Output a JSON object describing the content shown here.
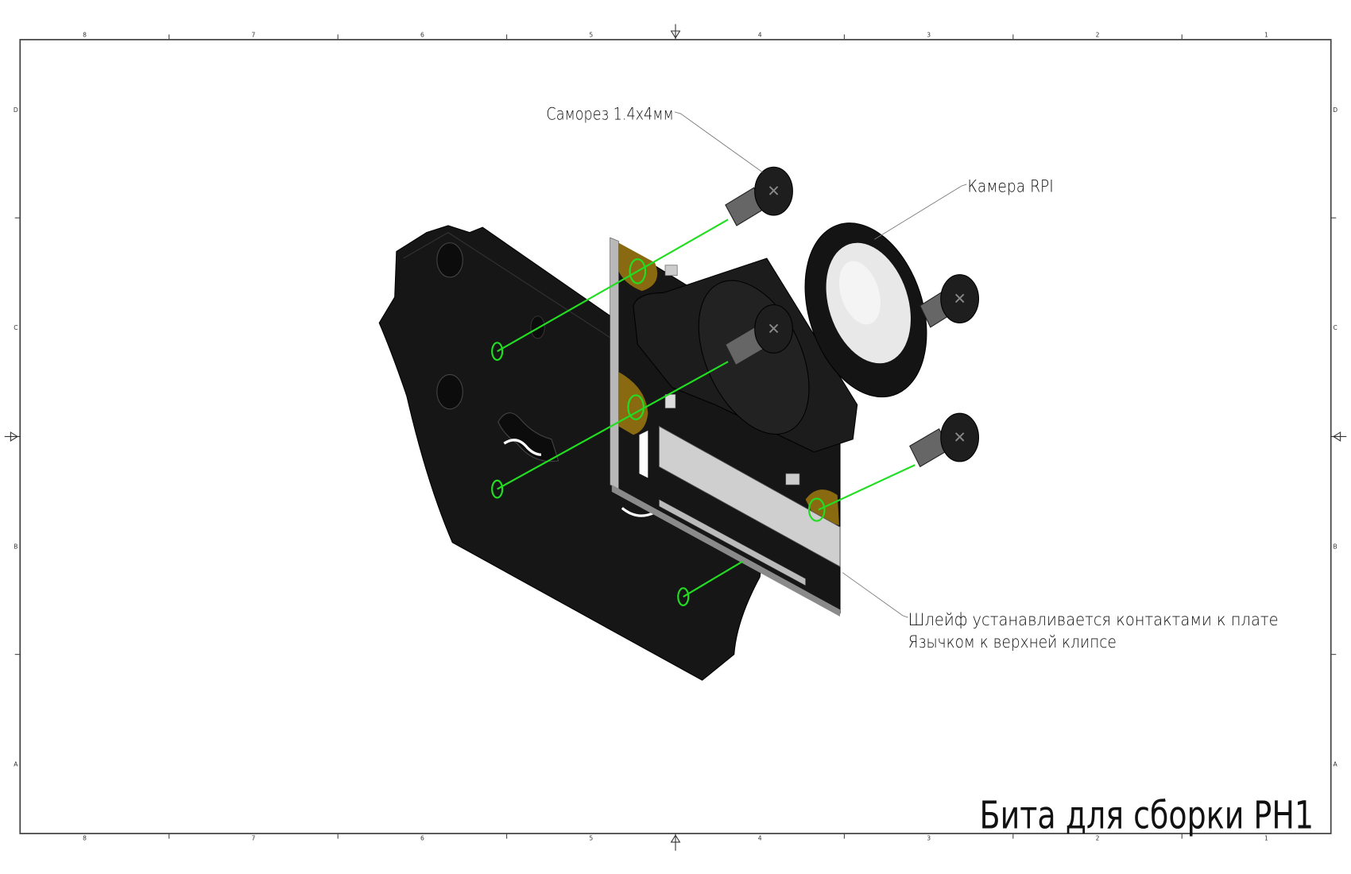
{
  "sheet": {
    "columns": [
      "8",
      "7",
      "6",
      "5",
      "4",
      "3",
      "2",
      "1"
    ],
    "rows": [
      "D",
      "C",
      "B",
      "A"
    ],
    "title": "Бита для сборки PH1"
  },
  "annotations": {
    "screw": "Саморез 1.4х4мм",
    "camera": "Камера RPI",
    "cable_line1": "Шлейф устанавливается контактами к плате",
    "cable_line2": "Язычком к верхней клипсе"
  },
  "colors": {
    "frame": "#444444",
    "part": "#161616",
    "axis": "#22dd22",
    "pad": "#8a6a10",
    "lens": "#e6e6e6"
  }
}
